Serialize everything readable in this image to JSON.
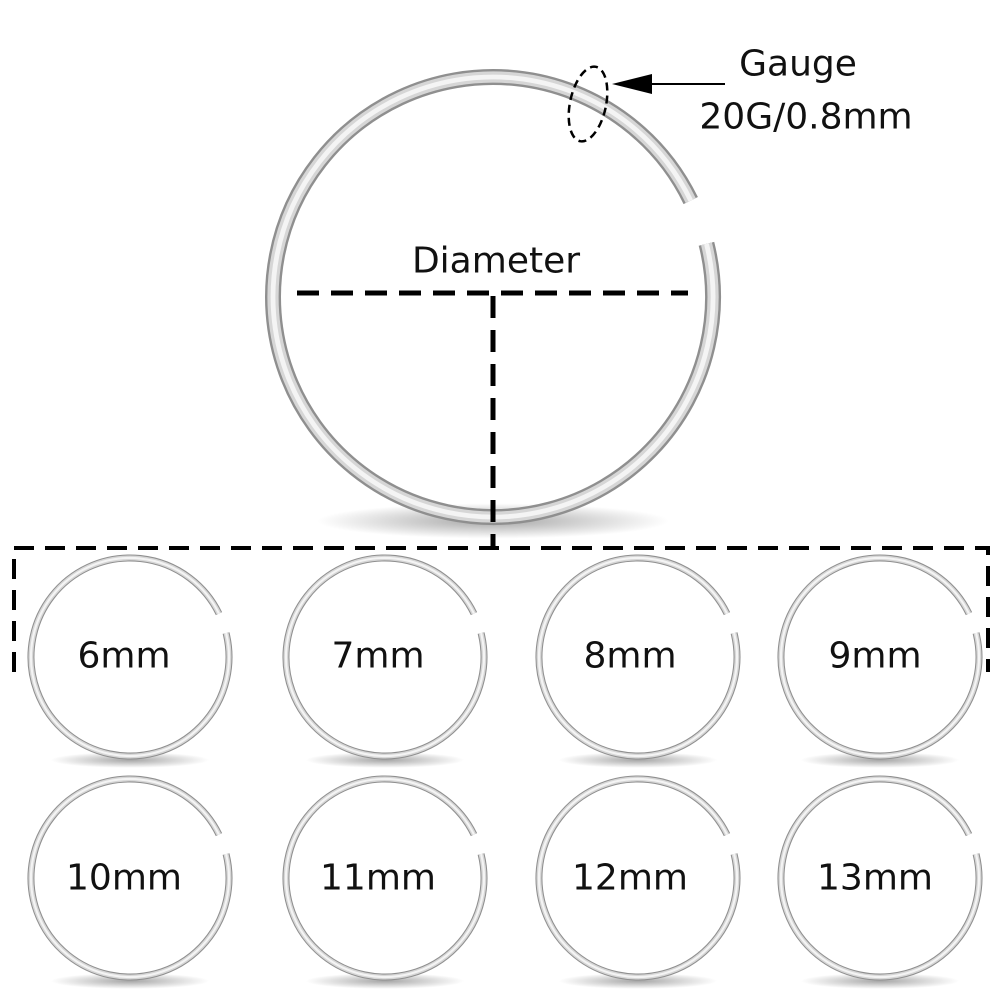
{
  "gauge": {
    "title": "Gauge",
    "value": "20G/0.8mm"
  },
  "diameter_label": "Diameter",
  "sizes": [
    "6mm",
    "7mm",
    "8mm",
    "9mm",
    "10mm",
    "11mm",
    "12mm",
    "13mm"
  ],
  "colors": {
    "ring_dark": "#8f8f8f",
    "ring_light": "#f4f4f4",
    "line": "#000000"
  }
}
